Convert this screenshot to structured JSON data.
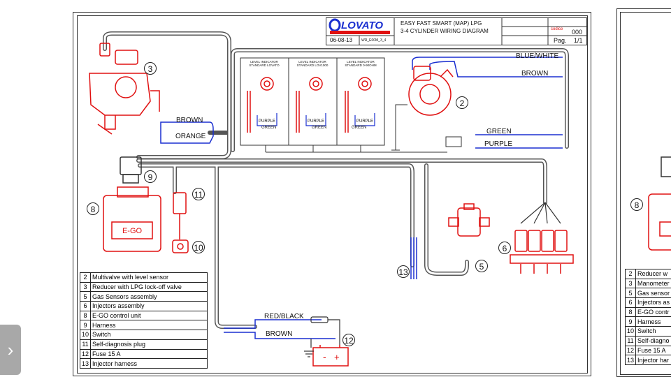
{
  "title_block": {
    "brand": "LOVATO",
    "date": "06-08-13",
    "ref_code": "WR_E00M_3_4",
    "title_line1": "EASY FAST SMART (MAP) LPG",
    "title_line2": "3-4 CYLINDER WIRING DIAGRAM",
    "code_label": "codice",
    "code_value": "000",
    "page_label": "Pag.",
    "page_value": "1/1"
  },
  "wires": {
    "brown_top": "BROWN",
    "orange": "ORANGE",
    "blue_white": "BLUE/WHITE",
    "brown_right": "BROWN",
    "green": "GREEN",
    "purple": "PURPLE",
    "red_black": "RED/BLACK",
    "brown_bottom": "BROWN"
  },
  "level_indicators": [
    {
      "title_line1": "LEVEL INDICATOR",
      "title_line2": "STANDARD LOVATO",
      "purple": "PURPLE",
      "green": "GREEN"
    },
    {
      "title_line1": "LEVEL INDICATOR",
      "title_line2": "STANDARD LOV1000",
      "purple": "PURPLE",
      "green": "GREEN"
    },
    {
      "title_line1": "LEVEL INDICATOR",
      "title_line2": "STANDARD 0-90OHM",
      "purple": "PURPLE",
      "green": "GREEN"
    }
  ],
  "callouts": [
    "2",
    "3",
    "5",
    "6",
    "8",
    "9",
    "10",
    "11",
    "12",
    "13"
  ],
  "ecu_label": "E-GO",
  "legend": [
    {
      "num": "2",
      "text": "Multivalve with level sensor"
    },
    {
      "num": "3",
      "text": "Reducer with LPG lock-off valve"
    },
    {
      "num": "5",
      "text": "Gas Sensors assembly"
    },
    {
      "num": "6",
      "text": "Injectors assembly"
    },
    {
      "num": "8",
      "text": "E-GO control unit"
    },
    {
      "num": "9",
      "text": "Harness"
    },
    {
      "num": "10",
      "text": "Switch"
    },
    {
      "num": "11",
      "text": "Self-diagnosis plug"
    },
    {
      "num": "12",
      "text": "Fuse 15 A"
    },
    {
      "num": "13",
      "text": "Injector harness"
    }
  ],
  "legend_partial": [
    {
      "num": "2",
      "text": "Reducer w"
    },
    {
      "num": "3",
      "text": "Manometer"
    },
    {
      "num": "5",
      "text": "Gas sensor"
    },
    {
      "num": "6",
      "text": "Injectors as"
    },
    {
      "num": "8",
      "text": "E-GO contr"
    },
    {
      "num": "9",
      "text": "Harness"
    },
    {
      "num": "10",
      "text": "Switch"
    },
    {
      "num": "11",
      "text": "Self-diagno"
    },
    {
      "num": "12",
      "text": "Fuse 15 A"
    },
    {
      "num": "13",
      "text": "Injector har"
    }
  ],
  "partial_callout": "8",
  "nav": {
    "next_icon": "chevron-right-icon"
  },
  "colors": {
    "component": "#e01010",
    "blue_wire": "#1a2fd0",
    "harness": "#555555"
  }
}
